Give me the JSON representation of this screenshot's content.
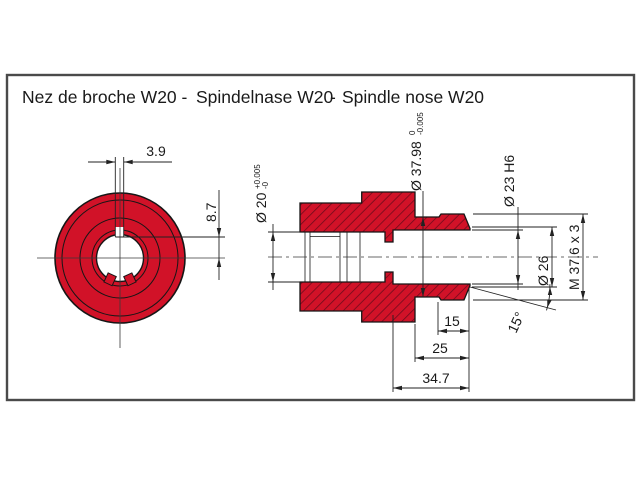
{
  "title_parts": [
    "Nez de broche W20 -",
    "Spindelnase W20",
    "-",
    "Spindle nose W20"
  ],
  "labels": {
    "dia20_main": "Ø 20",
    "dia20_sup": "+0.005",
    "dia20_sub": "-0",
    "dia3798_main": "Ø 37.98",
    "dia3798_sup": "0",
    "dia3798_sub": "-0.005",
    "dia23": "Ø 23 H6",
    "dia26": "Ø 26",
    "thread": "M 37.6 x 3",
    "taper_angle": "15°"
  },
  "dimensions": {
    "slot_width": "3.9",
    "key_offset": "8.7",
    "thread_length": "15",
    "nose_length": "25",
    "total_length": "34.7"
  },
  "colors": {
    "part_red": "#d11228",
    "hatch_line": "#700b1b",
    "outline": "#161616",
    "dim_line": "#222222",
    "frame": "#4a4a4a"
  }
}
